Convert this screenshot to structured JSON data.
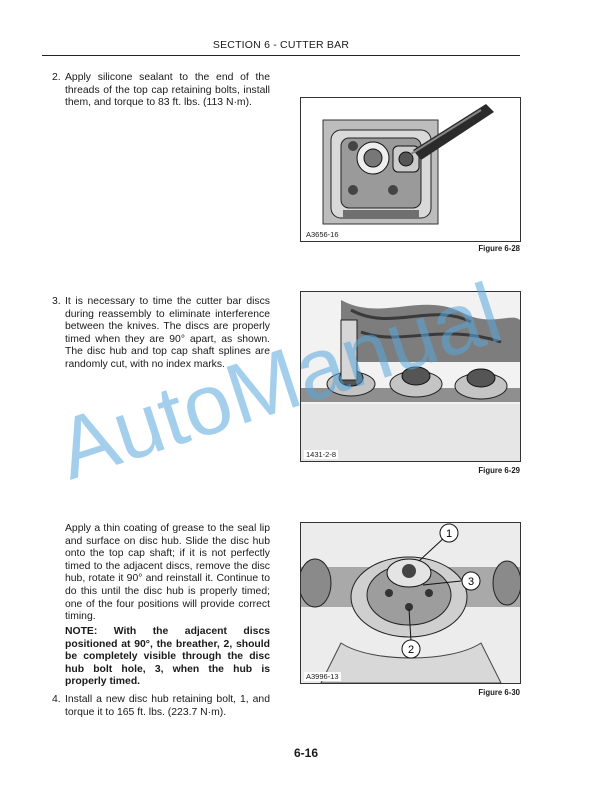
{
  "header": {
    "section": "SECTION 6 - CUTTER BAR"
  },
  "steps": {
    "step2": {
      "number": "2.",
      "text": "Apply silicone sealant to the end of the threads of the top cap retaining bolts, install them, and torque to 83 ft. lbs. (113 N·m)."
    },
    "step3": {
      "number": "3.",
      "text": "It is necessary to time the cutter bar discs during reassembly to eliminate interference between the knives. The discs are properly timed when they are 90° apart, as shown. The disc hub and top cap shaft splines are randomly cut, with no index marks."
    },
    "grease_para": {
      "text": "Apply a thin coating of grease to the seal lip and surface on disc hub. Slide the disc hub onto the top cap shaft; if it is not perfectly timed to the adjacent discs, remove the disc hub, rotate it 90° and reinstall it. Continue to do this until the disc hub is properly timed; one of the four positions will provide correct timing."
    },
    "note": {
      "text": "NOTE: With the adjacent discs positioned at 90°, the breather, 2, should be completely visible through the disc hub bolt hole, 3, when the hub is properly timed."
    },
    "step4": {
      "number": "4.",
      "text": "Install a new disc hub retaining bolt, 1, and torque it to 165 ft. lbs. (223.7 N·m)."
    }
  },
  "figures": {
    "fig28": {
      "id": "A3656-16",
      "caption": "Figure 6-28"
    },
    "fig29": {
      "id": "1431-2-8",
      "caption": "Figure 6-29"
    },
    "fig30": {
      "id": "A3996-13",
      "caption": "Figure 6-30",
      "callouts": [
        "1",
        "2",
        "3"
      ]
    }
  },
  "watermark": {
    "text": "AutoManual",
    "color": "#5aa8dc"
  },
  "page": {
    "number": "6-16"
  }
}
